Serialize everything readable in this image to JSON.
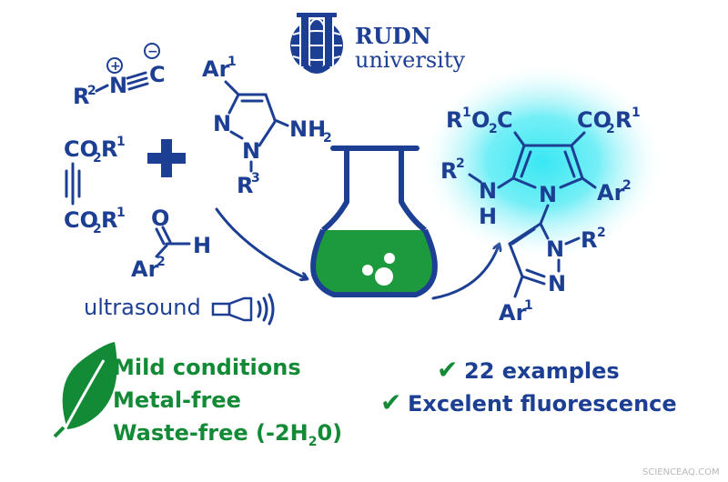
{
  "logo": {
    "line1": "RUDN",
    "line2": "university",
    "color": "#1c3f94"
  },
  "reagents": {
    "isocyanide": {
      "r": "R",
      "r_sup": "2",
      "n": "N",
      "c": "C",
      "plus": "+",
      "minus": "−"
    },
    "pyrazole": {
      "ar": "Ar",
      "ar_sup": "1",
      "n1": "N",
      "n2": "N",
      "nh": "NH",
      "nh_sub": "2",
      "r": "R",
      "r_sup": "3"
    },
    "alkyne": {
      "top": "CO",
      "top_sub": "2",
      "top_r": "R",
      "top_sup": "1",
      "bottom": "CO",
      "bottom_sub": "2",
      "bottom_r": "R",
      "bottom_sup": "1"
    },
    "aldehyde": {
      "o": "O",
      "h": "H",
      "ar": "Ar",
      "ar_sup": "2"
    },
    "plus_sign": "+"
  },
  "ultrasound_label": "ultrasound",
  "product": {
    "left_ester": {
      "r": "R",
      "r_sup": "1",
      "o": "O",
      "o_sub": "2",
      "c": "C"
    },
    "right_ester": {
      "co": "CO",
      "co_sub": "2",
      "r": "R",
      "r_sup": "1"
    },
    "amine": {
      "r": "R",
      "r_sup": "2",
      "n": "N",
      "h": "H"
    },
    "ring_n": "N",
    "ar2": {
      "ar": "Ar",
      "sup": "2"
    },
    "pyrazole": {
      "n1": "N",
      "n2": "N",
      "r": "R",
      "r_sup": "2",
      "ar": "Ar",
      "ar_sup": "1"
    }
  },
  "features_left": [
    "Mild conditions",
    "Metal-free",
    "Waste-free (-2H",
    "2",
    "0)"
  ],
  "features_right": [
    {
      "check": "✔",
      "text": "22 examples"
    },
    {
      "check": "✔",
      "text": "Excelent fluorescence"
    }
  ],
  "watermark": "SCIENCEAQ.COM",
  "colors": {
    "blue": "#1c3f94",
    "green": "#138a36",
    "glow": "#35e6f0",
    "liquid": "#1e9a3e"
  }
}
